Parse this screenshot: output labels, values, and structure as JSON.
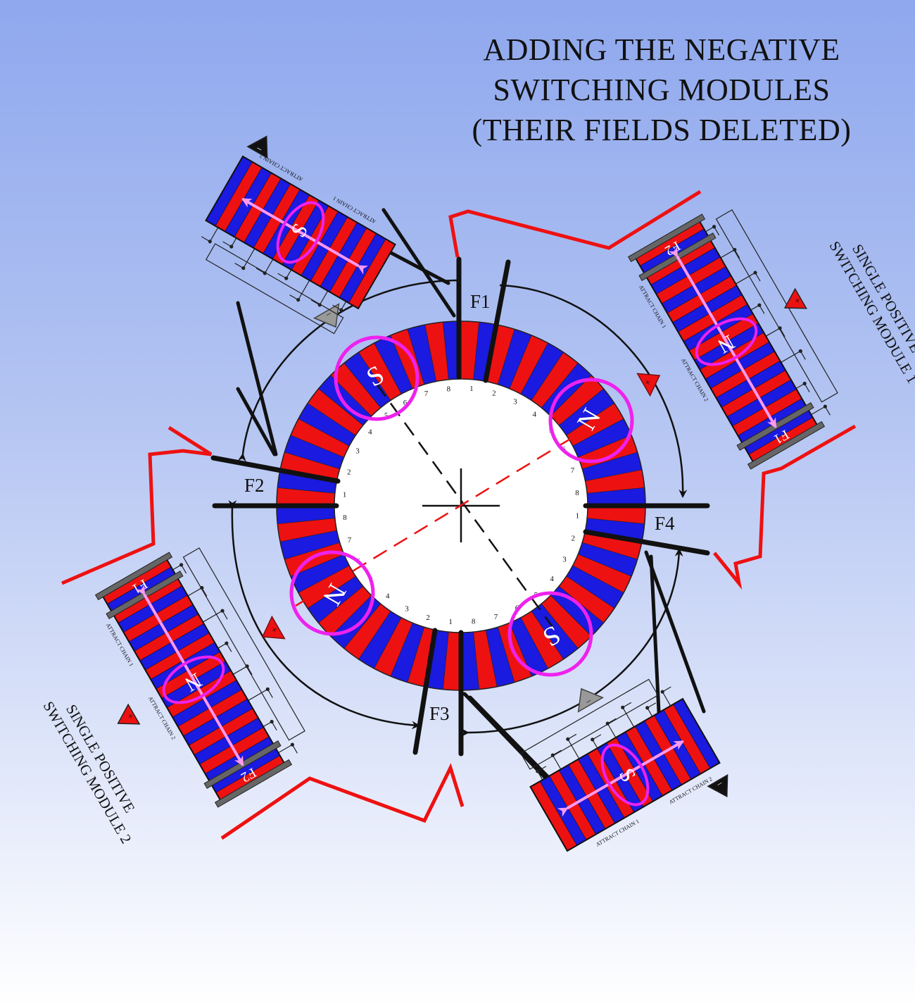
{
  "title": {
    "line1": "ADDING THE NEGATIVE",
    "line2": "SWITCHING MODULES",
    "line3": "(THEIR FIELDS DELETED)"
  },
  "field_labels": {
    "f1": "F1",
    "f2": "F2",
    "f3": "F3",
    "f4": "F4"
  },
  "pole_labels": {
    "s_top": "S",
    "n_right": "N",
    "n_left": "N",
    "s_bottom": "S"
  },
  "segment_numbers": [
    "1",
    "2",
    "3",
    "4",
    "5",
    "6",
    "7",
    "8"
  ],
  "modules": {
    "positive_1": {
      "caption_line1": "SINGLE POSITIVE",
      "caption_line2": "SWITCHING MODULE 1",
      "end_labels": [
        "F2",
        "F1"
      ],
      "pole": "N",
      "sign": "+",
      "chains": [
        "ATTRACT CHAIN 1",
        "ATTRACT CHAIN 2"
      ]
    },
    "positive_2": {
      "caption_line1": "SINGLE POSITIVE",
      "caption_line2": "SWITCHING MODULE 2",
      "end_labels": [
        "F1",
        "F2"
      ],
      "pole": "N",
      "sign": "+",
      "chains": [
        "ATTRACT CHAIN 1",
        "ATTRACT CHAIN 2"
      ]
    },
    "negative_top": {
      "pole": "S",
      "sign": "−",
      "chains": [
        "ATTRACT CHAIN 1",
        "ATTRACT CHAIN 2"
      ]
    },
    "negative_bottom": {
      "pole": "S",
      "sign": "−",
      "chains": [
        "ATTRACT CHAIN 1",
        "ATTRACT CHAIN 2"
      ]
    }
  },
  "colors": {
    "red": "#ee1111",
    "blue": "#1a1ae0",
    "magenta": "#ee22ee",
    "pink_arrow": "#ff99ee",
    "wire": "#ee1111",
    "grey_diode": "#999999"
  }
}
